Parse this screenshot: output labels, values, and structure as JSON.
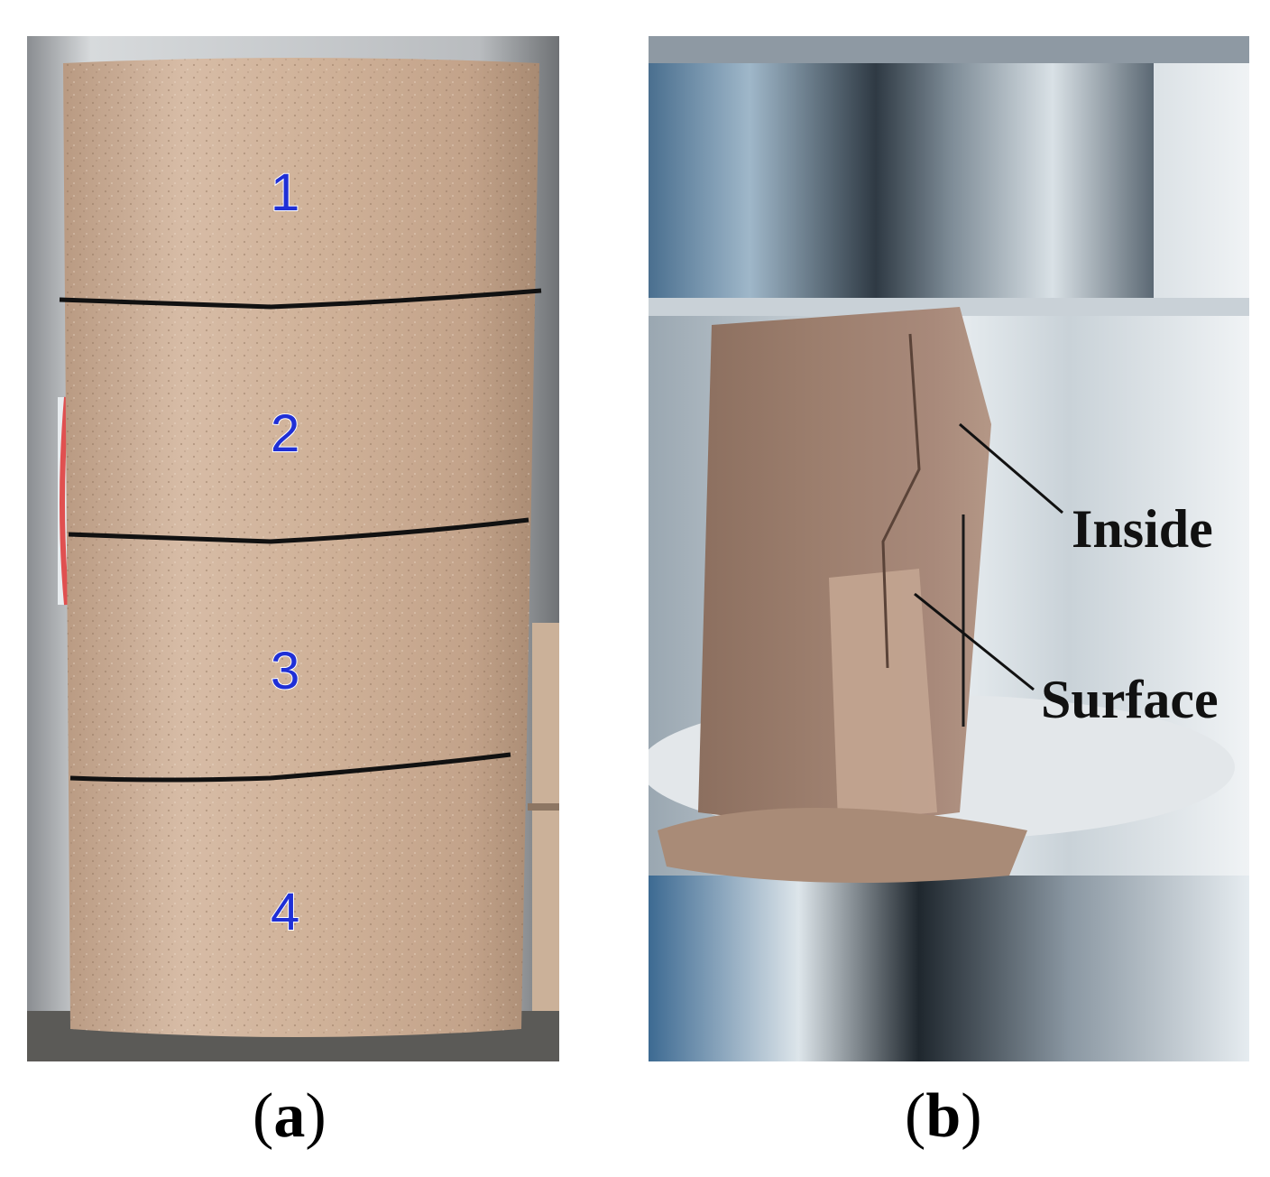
{
  "panel_a": {
    "segment_labels": [
      "1",
      "2",
      "3",
      "4"
    ],
    "caption": {
      "open": "(",
      "letter": "a",
      "close": ")"
    }
  },
  "panel_b": {
    "callouts": {
      "inside": "Inside",
      "surface": "Surface"
    },
    "caption": {
      "open": "(",
      "letter": "b",
      "close": ")"
    }
  },
  "colors": {
    "sample": "#c9a88f",
    "segment_label": "#1f2fd6",
    "divider": "#111111"
  }
}
